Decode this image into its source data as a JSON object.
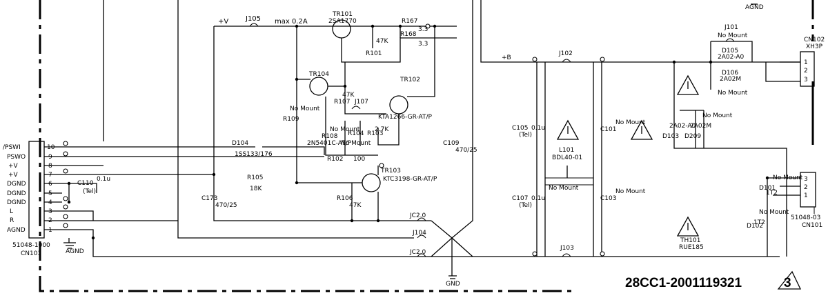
{
  "doc_number": "28CC1-2001119321",
  "revision": "3",
  "power": {
    "v_label": "+V",
    "max_label": "max 0.2A",
    "b_label": "+B",
    "agnd_top": "AGND",
    "gnd": "GND",
    "agnd": "AGND"
  },
  "cn103": {
    "pins": [
      "/PSWI",
      "PSWO",
      "+V",
      "+V",
      "DGND",
      "DGND",
      "DGND",
      "L",
      "R",
      "AGND"
    ],
    "numbers": [
      "10",
      "9",
      "8",
      "7",
      "6",
      "5",
      "4",
      "3",
      "2",
      "1"
    ],
    "part": "51048-1000",
    "ref": "CN103"
  },
  "cn102": {
    "ref": "CN102",
    "part": "XH3P",
    "numbers": [
      "1",
      "2",
      "3"
    ]
  },
  "cn101": {
    "part": "51048-03",
    "ref": "CN101",
    "numbers": [
      "3",
      "2",
      "1"
    ]
  },
  "components": {
    "j105": "J105",
    "tr101": "TR101",
    "tr101_part": "2SA1770",
    "r167": "R167",
    "r167_val": "3.3",
    "r168": "R168",
    "r168_val": "3.3",
    "r101": "R101",
    "r101_val": "47K",
    "tr104": "TR104",
    "tr104_part": "2N5401C-AT/P",
    "r109": "R109",
    "r109_val": "No Mount",
    "r107": "R107",
    "r107_val": "47K",
    "j107": "J107",
    "tr102": "TR102",
    "tr102_part": "KTA1266-GR-AT/P",
    "r108": "R108",
    "r108_val": "No Mount",
    "r104": "R104",
    "r104_val": "No Mount",
    "r103": "R103",
    "r103_val": "2.7K",
    "d104": "D104",
    "d104_part": "1SS133/176",
    "r102": "R102",
    "r102_val": "100",
    "r105": "R105",
    "r105_val": "18K",
    "tr103": "TR103",
    "tr103_part": "KTC3198-GR-AT/P",
    "r106": "R106",
    "r106_val": "47K",
    "c173": "C173",
    "c173_val": "470/25",
    "c110": "C110",
    "c110_val": "0.1u",
    "c110_ref": "(Tel)",
    "c109": "C109",
    "c109_val": "470/25",
    "jc20a": "JC2.0",
    "j104": "J104",
    "jc20b": "JC2.0",
    "j102": "J102",
    "c105": "C105",
    "c105_ref": "(Tel)",
    "c105_val": "0.1u",
    "l101": "L101",
    "l101_part": "BDL40-01",
    "l101_nm": "No Mount",
    "c101": "C101",
    "c101_val": "No Mount",
    "c107": "C107",
    "c107_ref": "(Tel)",
    "c107_val": "0.1u",
    "c103": "C103",
    "c103_val": "No Mount",
    "j103": "J103",
    "j101": "J101",
    "j101_val": "No Mount",
    "d105": "D105",
    "d105_part": "2A02-A0",
    "d106": "D106",
    "d106_part": "2A02M",
    "d106_val": "No Mount",
    "d103": "D103",
    "d103_part": "2A02-A0",
    "d209": "D209",
    "d209_part": "2A02M",
    "d209_val": "No Mount",
    "th101": "TH101",
    "th101_part": "RUE185",
    "d101": "D101",
    "d101_part": "1T2",
    "d101_val": "No Mount",
    "d102": "D102",
    "d102_part": "1T2",
    "d102_val": "No Mount"
  }
}
